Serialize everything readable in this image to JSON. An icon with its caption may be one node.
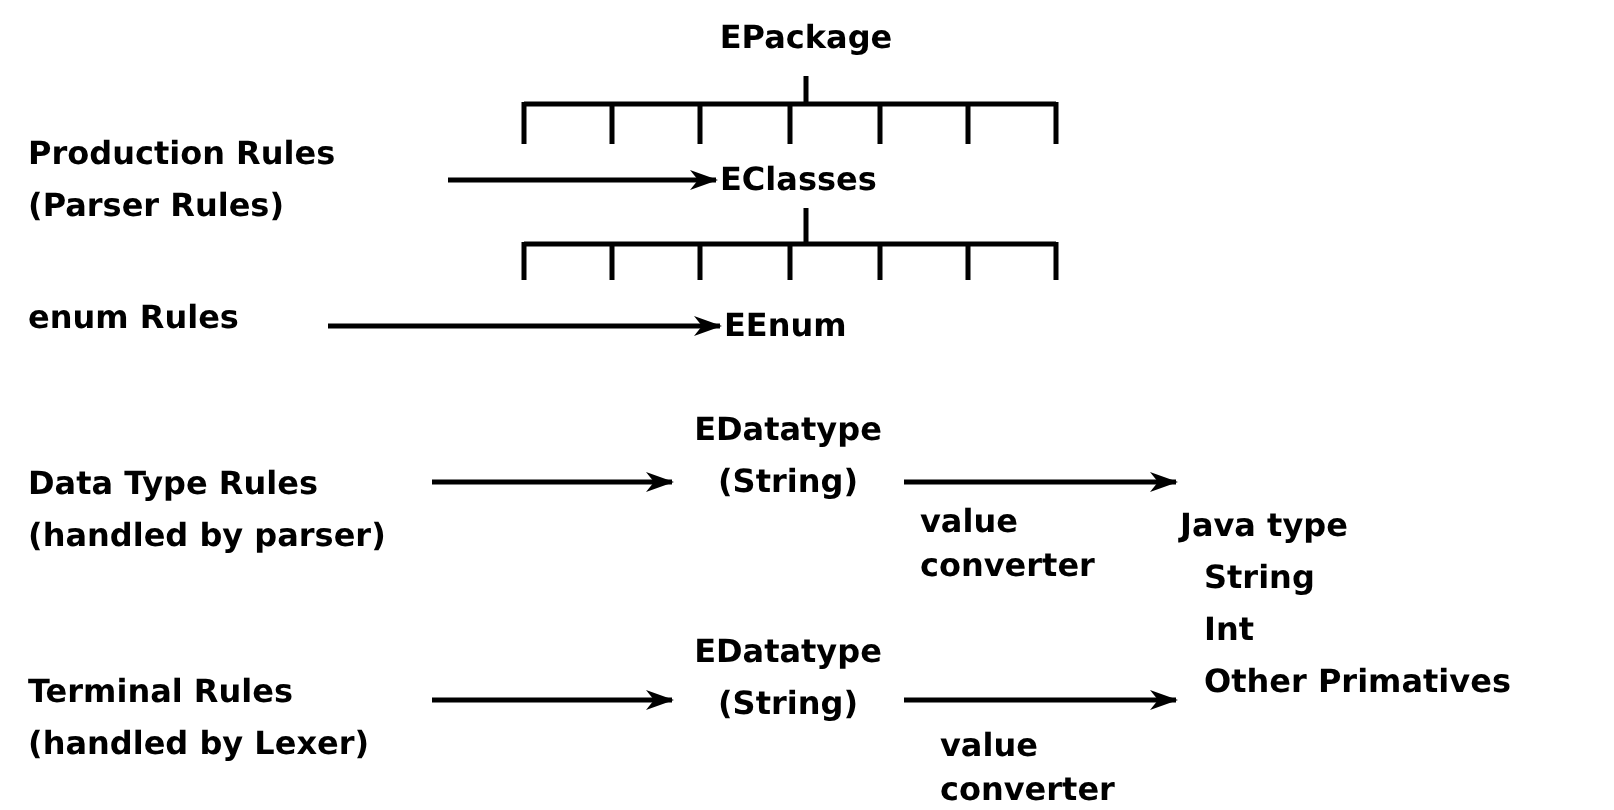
{
  "diagram": {
    "nodes": [
      {
        "text": [
          "EPackage"
        ]
      },
      {
        "text": [
          "Production Rules (Parser Rules)"
        ]
      },
      {
        "text": [
          "EClasses"
        ]
      },
      {
        "text": [
          "enum Rules"
        ]
      },
      {
        "text": [
          "EEnum"
        ]
      },
      {
        "text": [
          "Data Type Rules (handled by parser)"
        ]
      },
      {
        "text": [
          "EDatatype (String)"
        ]
      },
      {
        "text": [
          "Java type",
          "String",
          "Int",
          "Other Primatives"
        ]
      },
      {
        "text": [
          "Terminal Rules (handled by Lexer)"
        ]
      },
      {
        "text": [
          "EDatatype (String)"
        ]
      }
    ],
    "edges": [
      {
        "from": 1,
        "to": 2,
        "arrow": "to"
      },
      {
        "from": 3,
        "to": 4,
        "arrow": "to"
      },
      {
        "from": 5,
        "to": 6,
        "arrow": "to"
      },
      {
        "from": 6,
        "to": 7,
        "arrow": "to",
        "label": "value converter"
      },
      {
        "from": 8,
        "to": 9,
        "arrow": "to"
      },
      {
        "from": 9,
        "to": 7,
        "arrow": "to",
        "label": "value converter"
      }
    ]
  }
}
